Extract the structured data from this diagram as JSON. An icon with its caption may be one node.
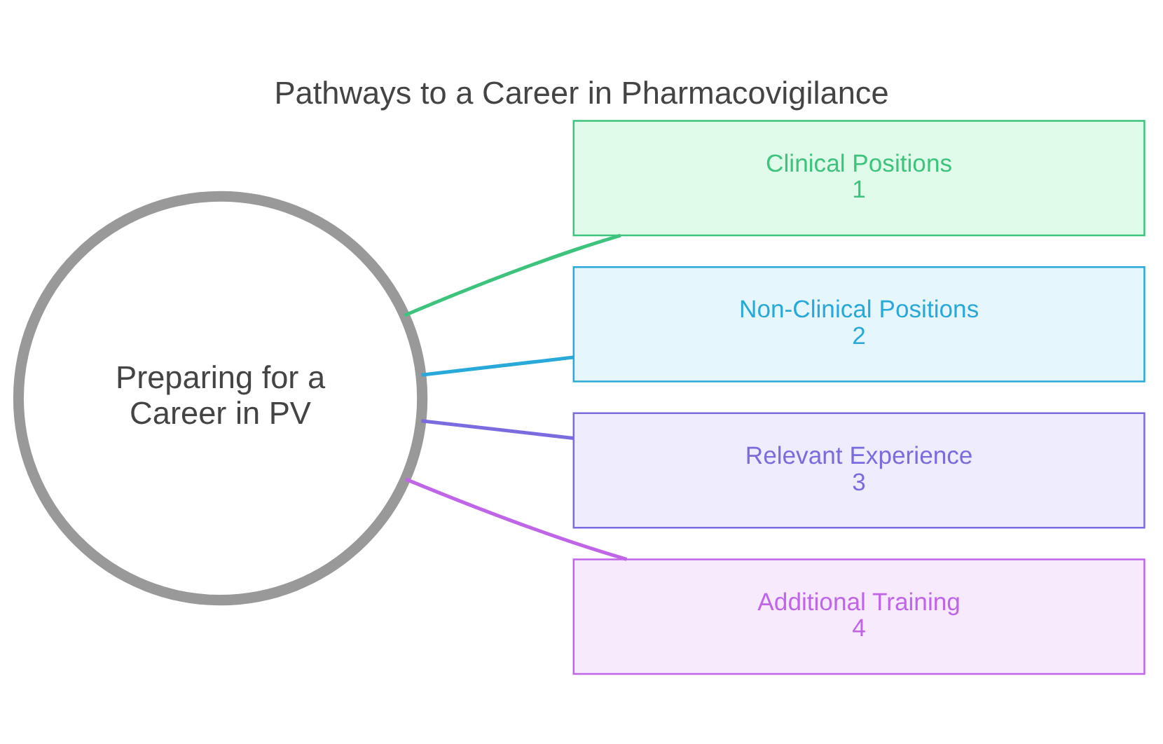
{
  "diagram": {
    "title": "Pathways to a Career in Pharmacovigilance",
    "nodes": [
      {
        "text": [
          "Preparing for a Career in PV"
        ]
      },
      {
        "text": [
          "Clinical Positions",
          "1"
        ]
      },
      {
        "text": [
          "Non-Clinical Positions",
          "2"
        ]
      },
      {
        "text": [
          "Relevant Experience",
          "3"
        ]
      },
      {
        "text": [
          "Additional Training",
          "4"
        ]
      }
    ],
    "edges": [
      {
        "from": 0,
        "to": 1,
        "arrow": "none",
        "color": "#3cc47c"
      },
      {
        "from": 0,
        "to": 2,
        "arrow": "none",
        "color": "#29a9d9"
      },
      {
        "from": 0,
        "to": 3,
        "arrow": "none",
        "color": "#7a6be0"
      },
      {
        "from": 0,
        "to": 4,
        "arrow": "none",
        "color": "#c065e8"
      }
    ]
  }
}
